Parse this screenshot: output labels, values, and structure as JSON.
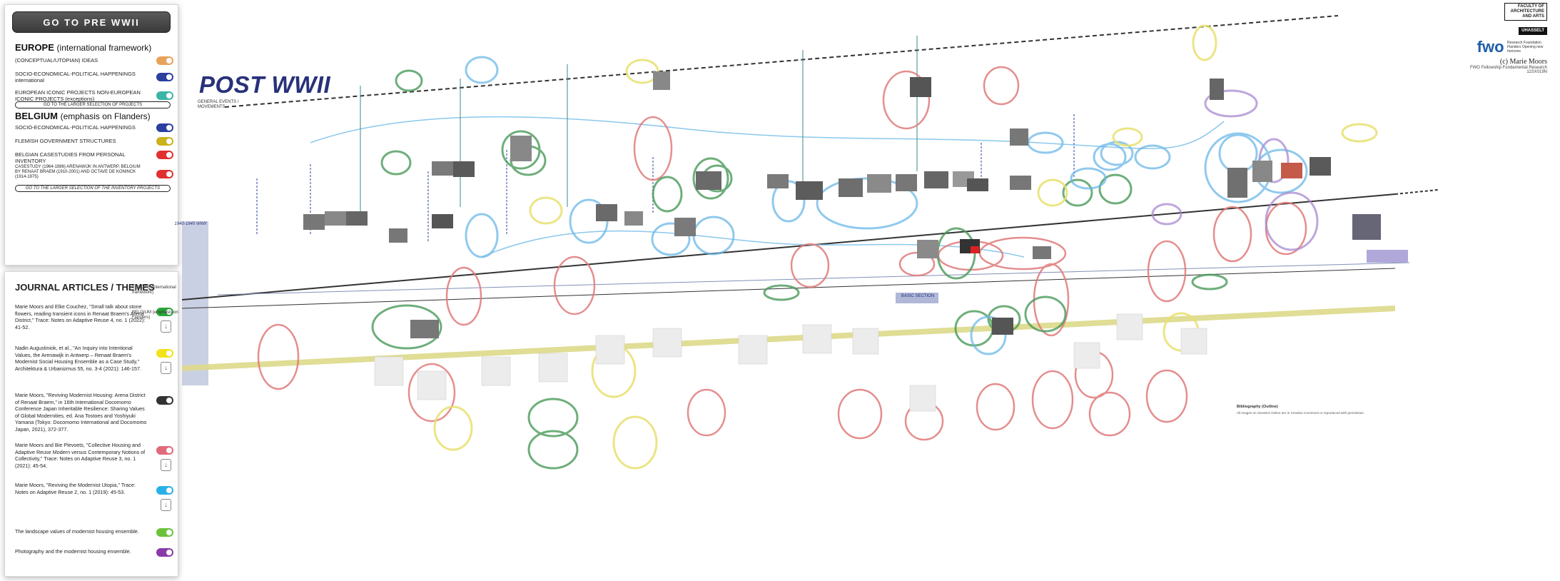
{
  "legend_panel": {
    "pre_button": "GO TO PRE WWII",
    "europe_title": "EUROPE",
    "europe_subtitle": "(international framework)",
    "europe_items": [
      {
        "label": "(CONCEPTUAL/UTOPIAN) IDEAS",
        "color": "#e8a25a"
      },
      {
        "label": "SOCIO-ECONOMICAL-POLITICAL HAPPENINGS international",
        "color": "#2b3f9e"
      },
      {
        "label": "EUROPEAN ICONIC PROJECTS NON-EUROPEAN ICONIC PROJECTS (exceptions)",
        "color": "#3ab5a8"
      }
    ],
    "larger_selection_button": "GO TO THE LARGER SELECTION OF PROJECTS",
    "belgium_title": "BELGIUM",
    "belgium_subtitle": "(emphasis on Flanders)",
    "belgium_items": [
      {
        "label": "SOCIO-ECONOMICAL-POLITICAL HAPPENINGS",
        "color": "#2b3f9e"
      },
      {
        "label": "FLEMISH GOVERNMENT STRUCTURES",
        "color": "#c9b21a"
      },
      {
        "label": "BELGIAN CASESTUDIES FROM PERSONAL INVENTORY",
        "color": "#e03030"
      },
      {
        "label": "CASESTUDY (1964-1986) ARENAWIJK IN ANTWERP, BELGIUM BY RENAAT BRAEM (1910-2001) AND OCTAVE DE KONINCK (1914-1975)",
        "color": "#e03030"
      }
    ],
    "inventory_button": "GO TO THE LARGER SELECTION OF THE INVENTORY PROJECTS"
  },
  "journal_panel": {
    "title": "JOURNAL ARTICLES / THEMES",
    "articles": [
      {
        "text": "Marie Moors and Elke Couchez, \"Small talk about stone flowers, reading transient icons in Renaat Braem's Arena District,\" Trace: Notes on Adaptive Reuse 4, no. 1 (2022): 41-52.",
        "color": "#2aa53a",
        "download": true
      },
      {
        "text": "Nadin Augustiniok, et al., \"An Inquiry into Intentional Values, the Arenawijk in Antwerp – Renaat Braem's Modernist Social Housing Ensemble as a Case Study,\" Architektura & Urbanizmus 55, no. 3-4 (2021): 146-157.",
        "color": "#f2e21a",
        "download": true
      },
      {
        "text": "Marie Moors, \"Reviving Modernist Housing: Arena District of Renaat Braem,\" in 16th International Docomomo Conference Japan Inheritable Resilience: Sharing Values of Global Modernities, ed. Ana Tostoes and Yoshiyuki Yamana (Tokyo: Docomomo International and Docomomo Japan, 2021), 372-377.",
        "color": "#333333",
        "download": false
      },
      {
        "text": "Marie Moors and Bie Plevoets, \"Collective Housing and Adaptive Reuse Modern versus Contemporary Notions of Collectivity,\" Trace: Notes on Adaptive Reuse 3, no. 1 (2021): 45-54.",
        "color": "#e06a7a",
        "download": true
      },
      {
        "text": "Marie Moors, \"Reviving the Modernist Utopia,\" Trace: Notes on Adaptive Reuse 2, no. 1 (2019): 45-53.",
        "color": "#2ab0e8",
        "download": true
      },
      {
        "text": "The landscape values of modernist housing ensemble.",
        "color": "#6cc23a",
        "download": false
      },
      {
        "text": "Photography and the modernist housing ensemble.",
        "color": "#8a3aa8",
        "download": false
      }
    ]
  },
  "diagram": {
    "title": "POST WWII",
    "general_label": "GENERAL EVENTS / MOVEMENTS",
    "europe_label": "EUROPE (international framework)",
    "belgium_label": "BELGIUM (emphasis on Flanders)",
    "period_label": "1940-1945 WWII",
    "basic_section_label": "BASIC SECTION",
    "colors": {
      "navy": "#28317a",
      "red": "#e07a7a",
      "green": "#4a9a5a",
      "blue": "#6bb8e8",
      "yellow": "#e8e070",
      "purple": "#a88ad0",
      "teal": "#3a8a8a"
    }
  },
  "credits": {
    "faculty": "FACULTY OF ARCHITECTURE AND ARTS",
    "university": "UHASSELT",
    "fwo": "fwo",
    "fwo_sub": "Research Foundation Flanders Opening new horizons",
    "author": "(c) Marie Moors",
    "fellowship": "FWO Fellowship Fundamental Research 11SX019N"
  },
  "bibliography": {
    "title": "Bibliography (Outline)",
    "note": "All images on Genetics Online are in Creative Commons or reproduced with permission."
  }
}
